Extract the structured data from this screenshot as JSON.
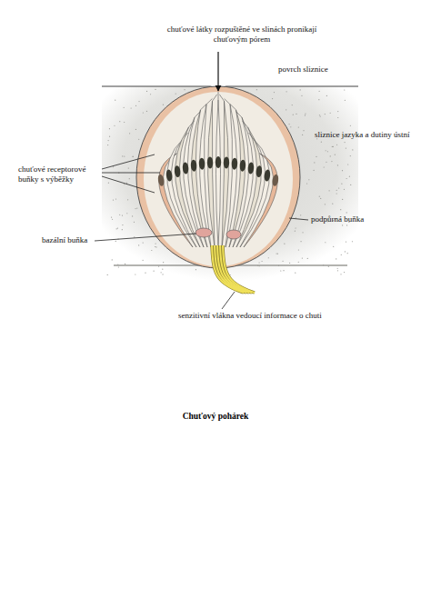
{
  "diagram": {
    "caption": "Chuťový pohárek",
    "labels": [
      "chuťové látky rozpuštěné ve slinách pronikají chuťovým pórem",
      "povrch sliznice",
      "sliznice jazyka a dutiny ústní",
      "chuťové receptorové buňky s výběžky",
      "podpůrná buňka",
      "bazální buňka",
      "senzitivní vlákna vedoucí informace o chuti"
    ]
  }
}
